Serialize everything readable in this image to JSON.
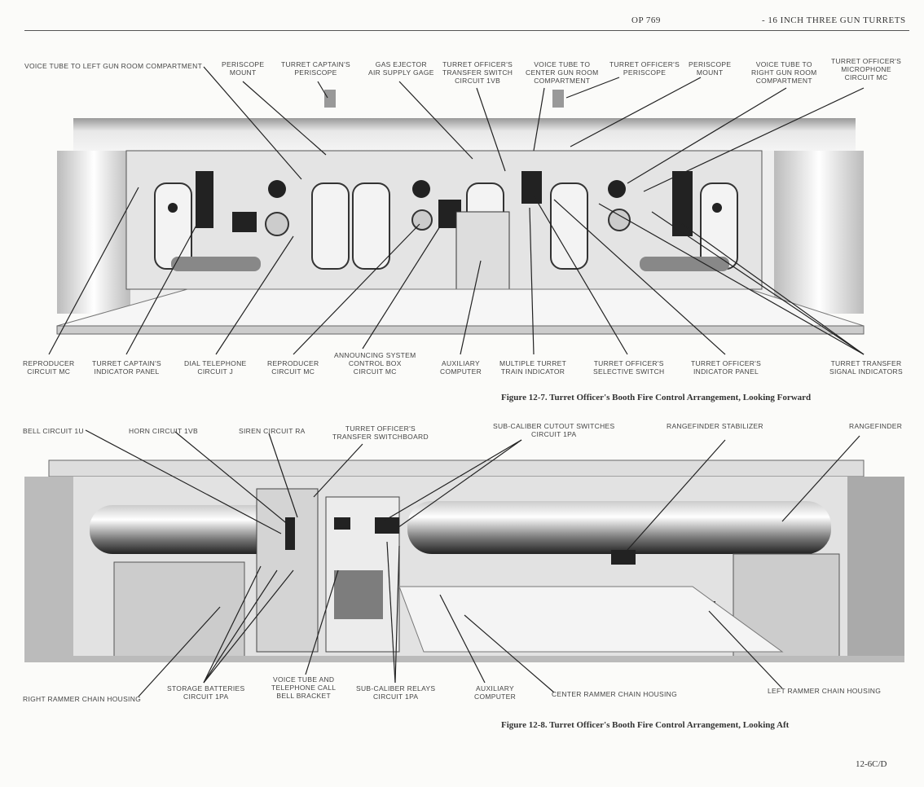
{
  "header": {
    "doc": "OP 769",
    "title": "- 16 INCH THREE GUN TURRETS"
  },
  "figure1": {
    "caption": "Figure 12-7.  Turret Officer's Booth Fire Control Arrangement,  Looking Forward",
    "top_labels": [
      "VOICE TUBE TO LEFT GUN ROOM COMPARTMENT",
      "PERISCOPE\nMOUNT",
      "TURRET CAPTAIN'S\nPERISCOPE",
      "GAS EJECTOR\nAIR SUPPLY GAGE",
      "TURRET OFFICER'S\nTRANSFER SWITCH\nCIRCUIT 1VB",
      "VOICE TUBE TO\nCENTER GUN ROOM\nCOMPARTMENT",
      "TURRET OFFICER'S\nPERISCOPE",
      "PERISCOPE\nMOUNT",
      "VOICE TUBE TO\nRIGHT GUN ROOM\nCOMPARTMENT",
      "TURRET OFFICER'S\nMICROPHONE\nCIRCUIT MC"
    ],
    "bottom_labels": [
      "REPRODUCER\nCIRCUIT MC",
      "TURRET CAPTAIN'S\nINDICATOR PANEL",
      "DIAL TELEPHONE\nCIRCUIT J",
      "REPRODUCER\nCIRCUIT MC",
      "ANNOUNCING SYSTEM\nCONTROL BOX\nCIRCUIT MC",
      "AUXILIARY\nCOMPUTER",
      "MULTIPLE TURRET\nTRAIN INDICATOR",
      "TURRET OFFICER'S\nSELECTIVE SWITCH",
      "TURRET OFFICER'S\nINDICATOR PANEL",
      "TURRET TRANSFER\nSIGNAL INDICATORS"
    ]
  },
  "figure2": {
    "caption": "Figure 12-8.  Turret Officer's Booth Fire Control Arrangement,  Looking Aft",
    "top_labels": [
      "BELL CIRCUIT 1U",
      "HORN CIRCUIT 1VB",
      "SIREN CIRCUIT RA",
      "TURRET OFFICER'S\nTRANSFER SWITCHBOARD",
      "SUB-CALIBER  CUTOUT SWITCHES\nCIRCUIT 1PA",
      "RANGEFINDER STABILIZER",
      "RANGEFINDER"
    ],
    "bottom_labels": [
      "RIGHT RAMMER CHAIN  HOUSING",
      "STORAGE BATTERIES\nCIRCUIT 1PA",
      "VOICE TUBE AND\nTELEPHONE CALL\nBELL BRACKET",
      "SUB-CALIBER RELAYS\nCIRCUIT 1PA",
      "AUXILIARY\nCOMPUTER",
      "CENTER RAMMER CHAIN  HOUSING",
      "LEFT RAMMER CHAIN  HOUSING"
    ]
  },
  "footer": {
    "page": "12-6C/D"
  }
}
